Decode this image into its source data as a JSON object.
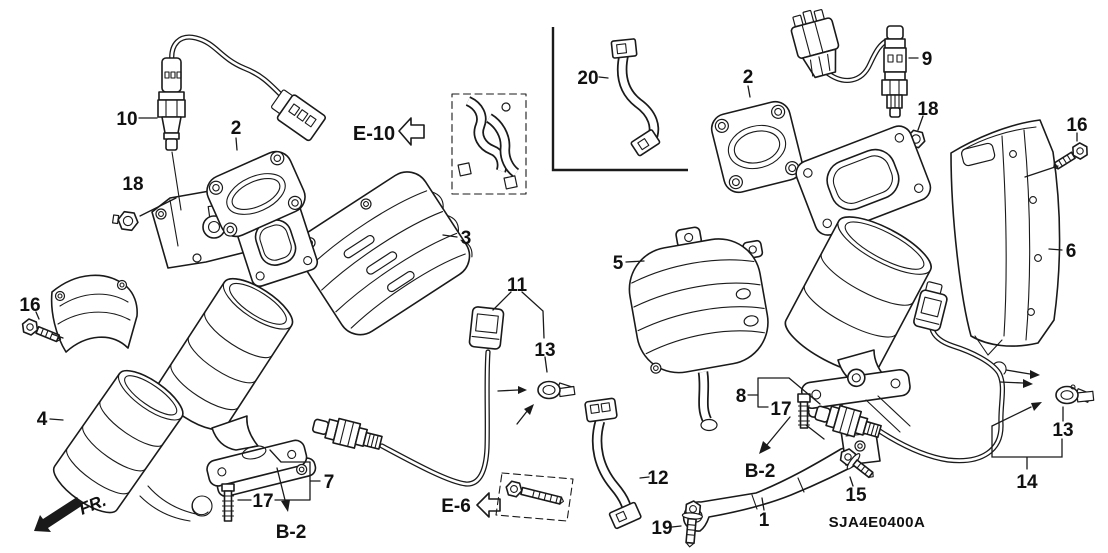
{
  "diagram": {
    "code": "SJA4E0400A"
  },
  "refs": {
    "e10": "E-10",
    "e6": "E-6",
    "b2": "B-2",
    "fr": "FR."
  },
  "callouts": [
    {
      "part": "oxygen-sensor-front",
      "label": "10"
    },
    {
      "part": "exhaust-gasket-front",
      "label": "2"
    },
    {
      "part": "sensor-nut-front",
      "label": "18"
    },
    {
      "part": "converter-cover-upper",
      "label": "3"
    },
    {
      "part": "cover-bolt-front",
      "label": "16"
    },
    {
      "part": "front-converter",
      "label": "4"
    },
    {
      "part": "flange-stud-front",
      "label": "17"
    },
    {
      "part": "converter-stay-front",
      "label": "7"
    },
    {
      "part": "sensor-connector",
      "label": "11"
    },
    {
      "part": "harness-clamp-front",
      "label": "13"
    },
    {
      "part": "harness-bracket-inset",
      "label": "20"
    },
    {
      "part": "exhaust-gasket-rear",
      "label": "2"
    },
    {
      "part": "oxygen-sensor-rear",
      "label": "9"
    },
    {
      "part": "sensor-nut-rear",
      "label": "18"
    },
    {
      "part": "cover-bolt-rear",
      "label": "16"
    },
    {
      "part": "converter-cover-rear",
      "label": "6"
    },
    {
      "part": "converter-cover-center",
      "label": "5"
    },
    {
      "part": "flange-joint-rear",
      "label": "8"
    },
    {
      "part": "flange-stud-rear",
      "label": "17"
    },
    {
      "part": "harness-bracket-lower",
      "label": "12"
    },
    {
      "part": "stay-bolt-lower",
      "label": "19"
    },
    {
      "part": "converter-stay-rear",
      "label": "1"
    },
    {
      "part": "stay-bolt-upper",
      "label": "15"
    },
    {
      "part": "harness-clamp-rear",
      "label": "13"
    },
    {
      "part": "oxygen-sensor-lower",
      "label": "14"
    }
  ]
}
